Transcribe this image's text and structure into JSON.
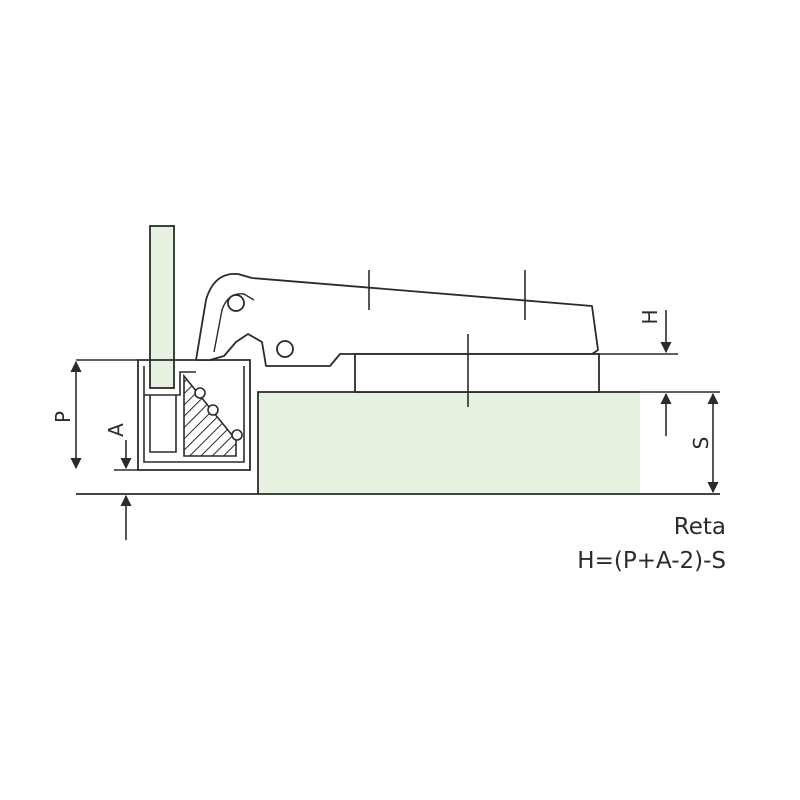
{
  "diagram": {
    "dimension_labels": {
      "H": "H",
      "P": "P",
      "A": "A",
      "S": "S"
    },
    "caption": {
      "type": "Reta",
      "formula": "H=(P+A-2)-S"
    },
    "colors": {
      "line": "#2b2b2b",
      "panel_fill": "#e6f2df",
      "background": "#ffffff"
    }
  }
}
